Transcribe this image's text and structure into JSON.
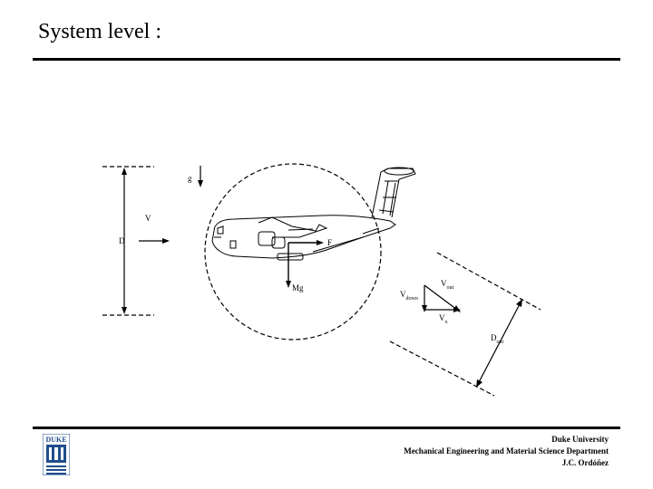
{
  "slide": {
    "title": "System level :"
  },
  "figure": {
    "labels": {
      "g": "g",
      "D": "D",
      "V": "V",
      "F": "F",
      "Mg": "Mg",
      "V_out_base": "V",
      "V_out_sub": "out",
      "V_down_base": "V",
      "V_down_sub": "down",
      "V_x_base": "V",
      "V_x_sub": "x",
      "D_out_base": "D",
      "D_out_sub": "out"
    }
  },
  "footer": {
    "line1": "Duke University",
    "line2": "Mechanical Engineering and Material Science Department",
    "line3": "J.C. Ordóñez"
  },
  "logo": {
    "text": "DUKE",
    "color": "#1f4e8c"
  }
}
